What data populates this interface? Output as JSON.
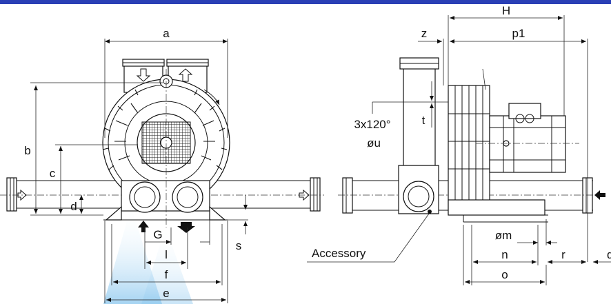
{
  "dimension_labels": {
    "a": "a",
    "b": "b",
    "c": "c",
    "d": "d",
    "e": "e",
    "f": "f",
    "G": "G",
    "l": "l",
    "s": "s",
    "H": "H",
    "p1": "p1",
    "z": "z",
    "t": "t",
    "angle": "3x120°",
    "u": "øu",
    "m": "øm",
    "n": "n",
    "o": "o",
    "r": "r",
    "q": "q"
  },
  "callout": {
    "accessory": "Accessory"
  },
  "colors": {
    "top_bar": "#2a3fb5",
    "watermark": "#9cd0f0",
    "line": "#111111"
  },
  "icons": [
    "flow-arrow-icon",
    "rotation-arrow-icon"
  ]
}
